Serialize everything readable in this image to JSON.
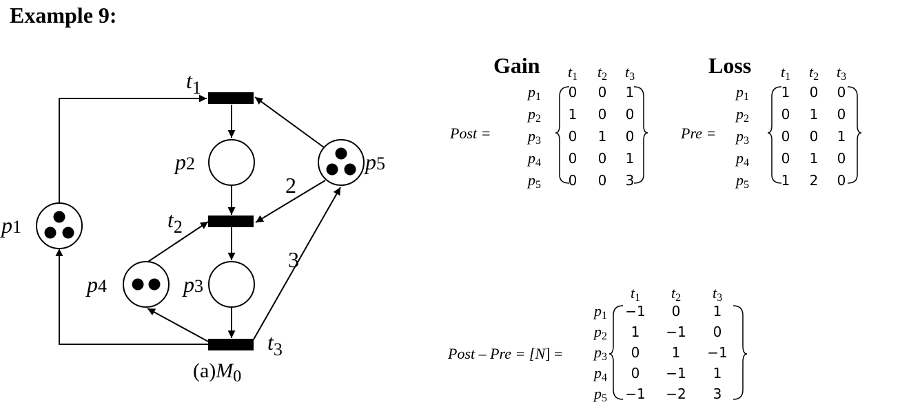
{
  "title": "Example 9:",
  "petri_net": {
    "places": [
      {
        "id": "p1",
        "label": "p",
        "sub": "1",
        "tokens": 3
      },
      {
        "id": "p2",
        "label": "p",
        "sub": "2",
        "tokens": 0
      },
      {
        "id": "p3",
        "label": "p",
        "sub": "3",
        "tokens": 0
      },
      {
        "id": "p4",
        "label": "p",
        "sub": "4",
        "tokens": 2
      },
      {
        "id": "p5",
        "label": "p",
        "sub": "5",
        "tokens": 3
      }
    ],
    "transitions": [
      {
        "id": "t1",
        "label": "t",
        "sub": "1"
      },
      {
        "id": "t2",
        "label": "t",
        "sub": "2"
      },
      {
        "id": "t3",
        "label": "t",
        "sub": "3"
      }
    ],
    "arc_weights": {
      "p5_t2": "2",
      "t3_p5": "3"
    },
    "caption": {
      "prefix": "(a)",
      "var": "M",
      "sub": "0"
    }
  },
  "gain": {
    "heading": "Gain",
    "lhs": "Post =",
    "cols": [
      "1",
      "2",
      "3"
    ],
    "rows": [
      "1",
      "2",
      "3",
      "4",
      "5"
    ],
    "values": [
      [
        "0",
        "0",
        "1"
      ],
      [
        "1",
        "0",
        "0"
      ],
      [
        "0",
        "1",
        "0"
      ],
      [
        "0",
        "0",
        "1"
      ],
      [
        "0",
        "0",
        "3"
      ]
    ]
  },
  "loss": {
    "heading": "Loss",
    "lhs": "Pre =",
    "cols": [
      "1",
      "2",
      "3"
    ],
    "rows": [
      "1",
      "2",
      "3",
      "4",
      "5"
    ],
    "values": [
      [
        "1",
        "0",
        "0"
      ],
      [
        "0",
        "1",
        "0"
      ],
      [
        "0",
        "0",
        "1"
      ],
      [
        "0",
        "1",
        "0"
      ],
      [
        "1",
        "2",
        "0"
      ]
    ]
  },
  "incidence": {
    "lhs_pre": "Post – Pre = [",
    "lhs_var": "N",
    "lhs_post": "] =",
    "cols": [
      "1",
      "2",
      "3"
    ],
    "rows": [
      "1",
      "2",
      "3",
      "4",
      "5"
    ],
    "values": [
      [
        "−1",
        "0",
        "1"
      ],
      [
        "1",
        "−1",
        "0"
      ],
      [
        "0",
        "1",
        "−1"
      ],
      [
        "0",
        "−1",
        "1"
      ],
      [
        "−1",
        "−2",
        "3"
      ]
    ]
  }
}
